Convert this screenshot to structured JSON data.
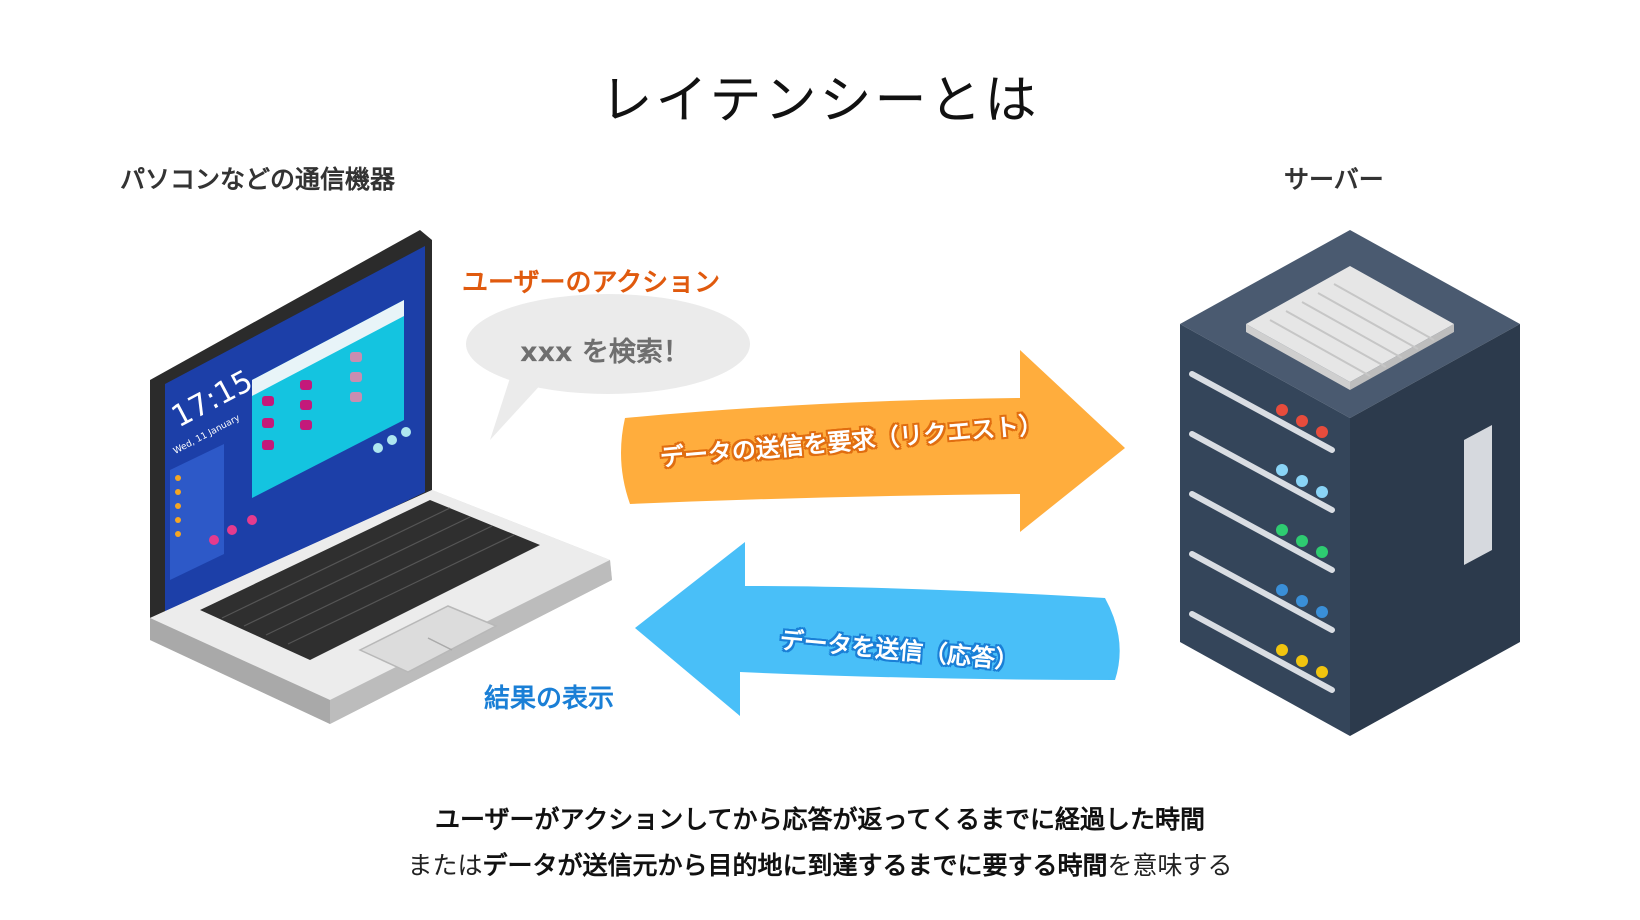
{
  "title": "レイテンシーとは",
  "client_label": "パソコンなどの通信機器",
  "server_label": "サーバー",
  "user_action": {
    "label": "ユーザーのアクション",
    "bubble_text": "xxx を検索！"
  },
  "request_arrow_text": "データの送信を要求（リクエスト）",
  "response_arrow_text": "データを送信（応答）",
  "result_label": "結果の表示",
  "laptop_screen": {
    "clock": "17:15",
    "date": "Wed, 11 January"
  },
  "description": {
    "line1": "ユーザーがアクションしてから応答が返ってくるまでに経過した時間",
    "line2_prefix": "または",
    "line2_bold": "データが送信元から目的地に到達するまでに要する時間",
    "line2_suffix": "を意味する"
  },
  "colors": {
    "request_arrow": "#ffad3d",
    "response_arrow": "#49bff8",
    "action_label": "#e05a0e",
    "result_label": "#1a7fd6",
    "server_body": "#3a4a5e"
  }
}
